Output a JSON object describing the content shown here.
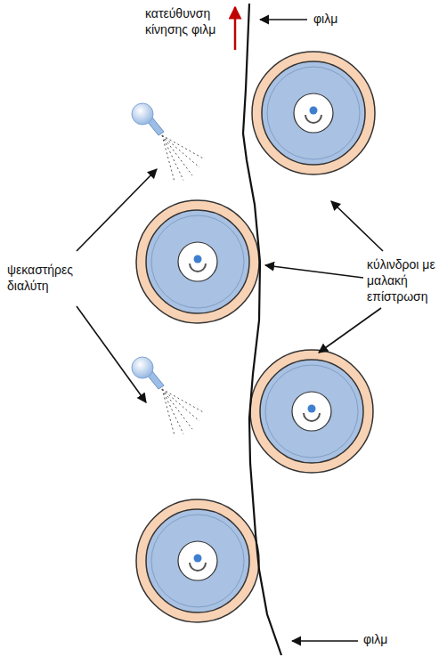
{
  "diagram": {
    "labels": [
      "κατεύθυνση κίνησης φιλμ",
      "φιλμ",
      "ψεκαστήρες διαλύτη",
      "κύλινδροι με μαλακή επίστρωση",
      "φιλμ"
    ]
  }
}
